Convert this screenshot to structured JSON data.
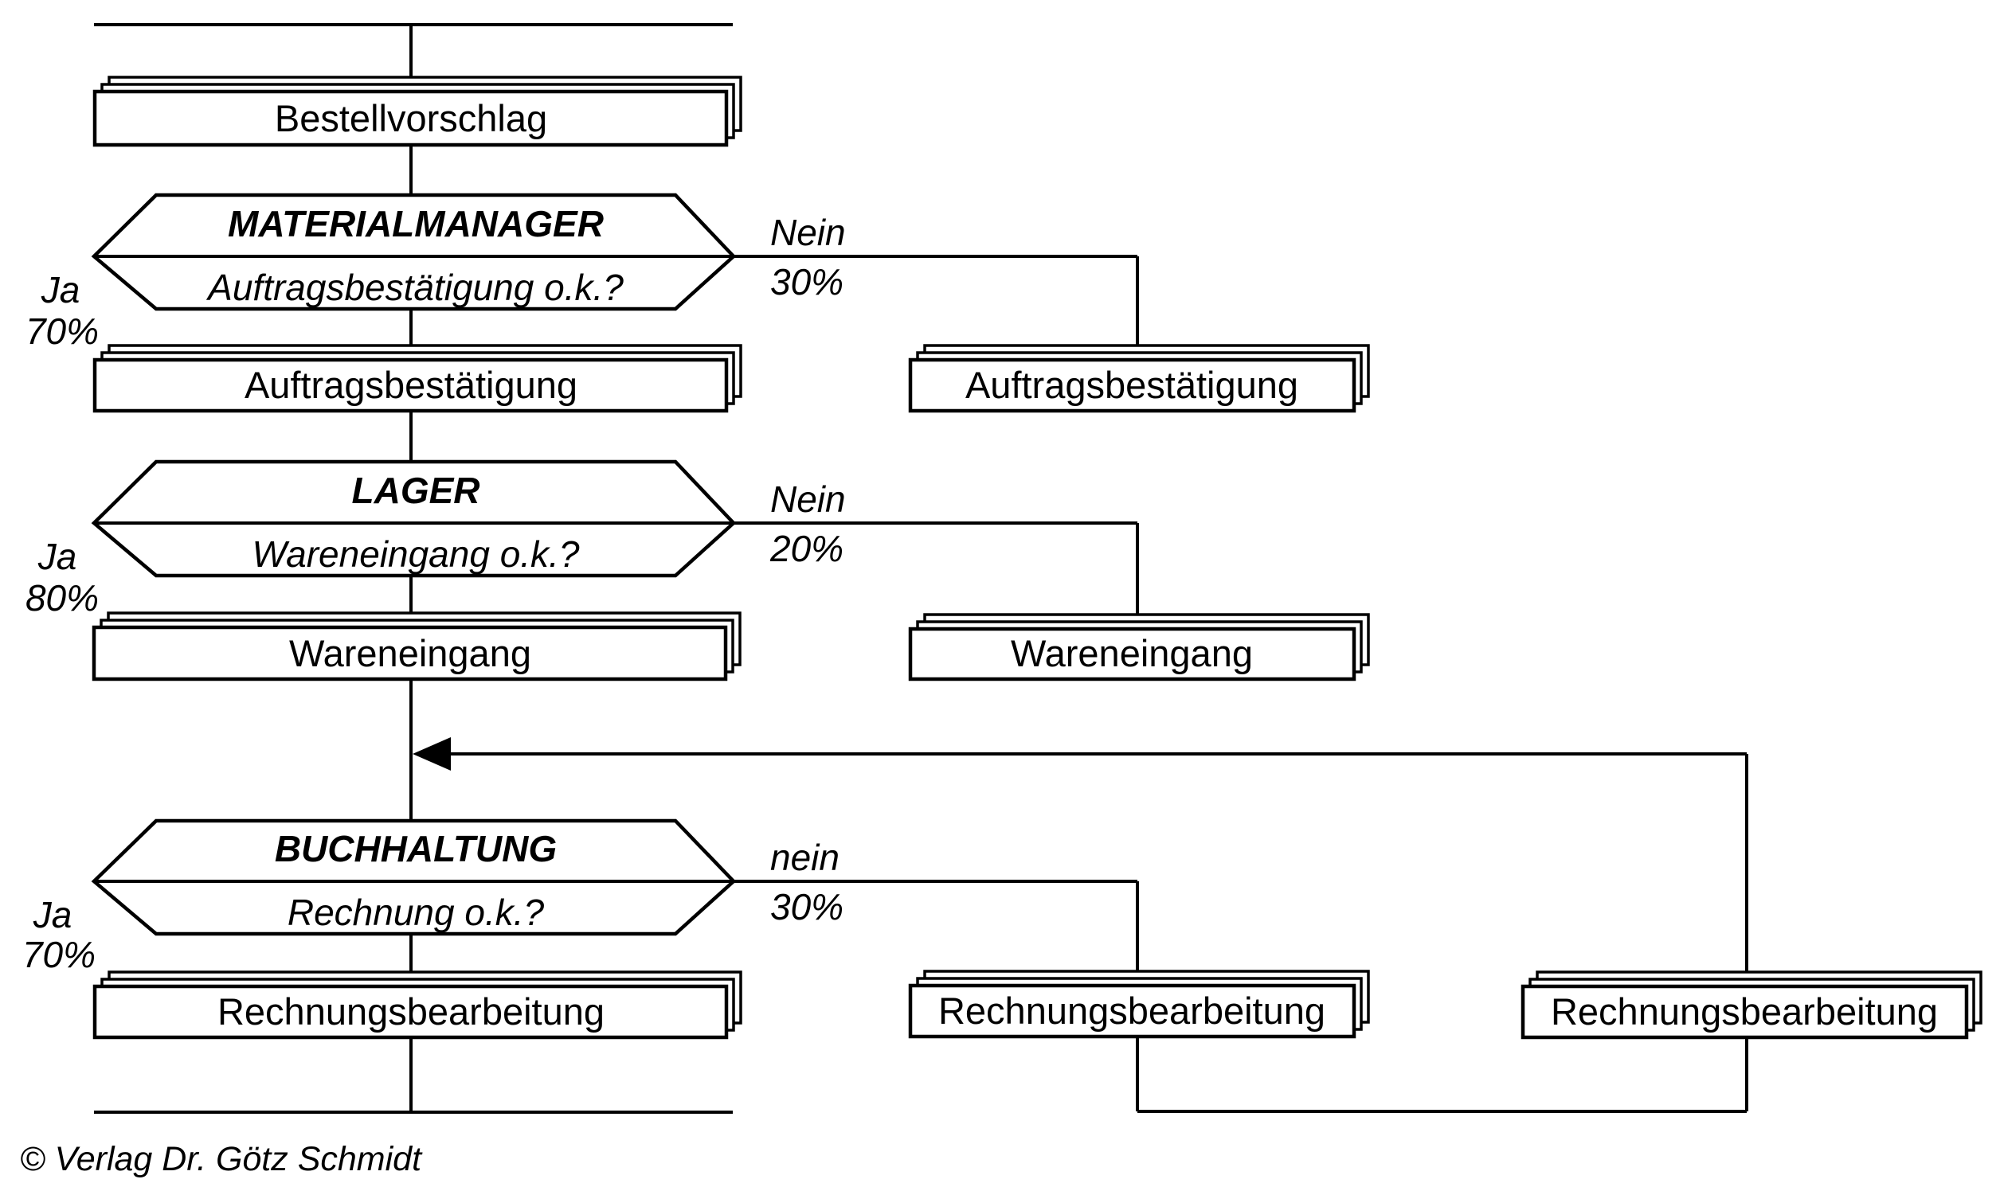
{
  "diagram": {
    "colors": {
      "red": "#b5122e",
      "black": "#000000",
      "background": "#ffffff"
    },
    "start_doc": "Bestellvorschlag",
    "footer": "© Verlag Dr. Götz Schmidt",
    "decisions": [
      {
        "actor": "MATERIALMANAGER",
        "question": "Auftragsbestätigung o.k.?",
        "ja_label": "Ja",
        "ja_pct": "70%",
        "nein_label": "Nein",
        "nein_pct": "30%",
        "ja_doc": "Auftragsbestätigung",
        "nein_doc": "Auftragsbestätigung"
      },
      {
        "actor": "LAGER",
        "question": "Wareneingang o.k.?",
        "ja_label": "Ja",
        "ja_pct": "80%",
        "nein_label": "Nein",
        "nein_pct": "20%",
        "ja_doc": "Wareneingang",
        "nein_doc": "Wareneingang"
      },
      {
        "actor": "BUCHHALTUNG",
        "question": "Rechnung o.k.?",
        "ja_label": "Ja",
        "ja_pct": "70%",
        "nein_label": "nein",
        "nein_pct": "30%",
        "ja_doc": "Rechnungsbearbeitung",
        "nein_doc": "Rechnungsbearbeitung",
        "loop_doc": "Rechnungsbearbeitung"
      }
    ]
  }
}
